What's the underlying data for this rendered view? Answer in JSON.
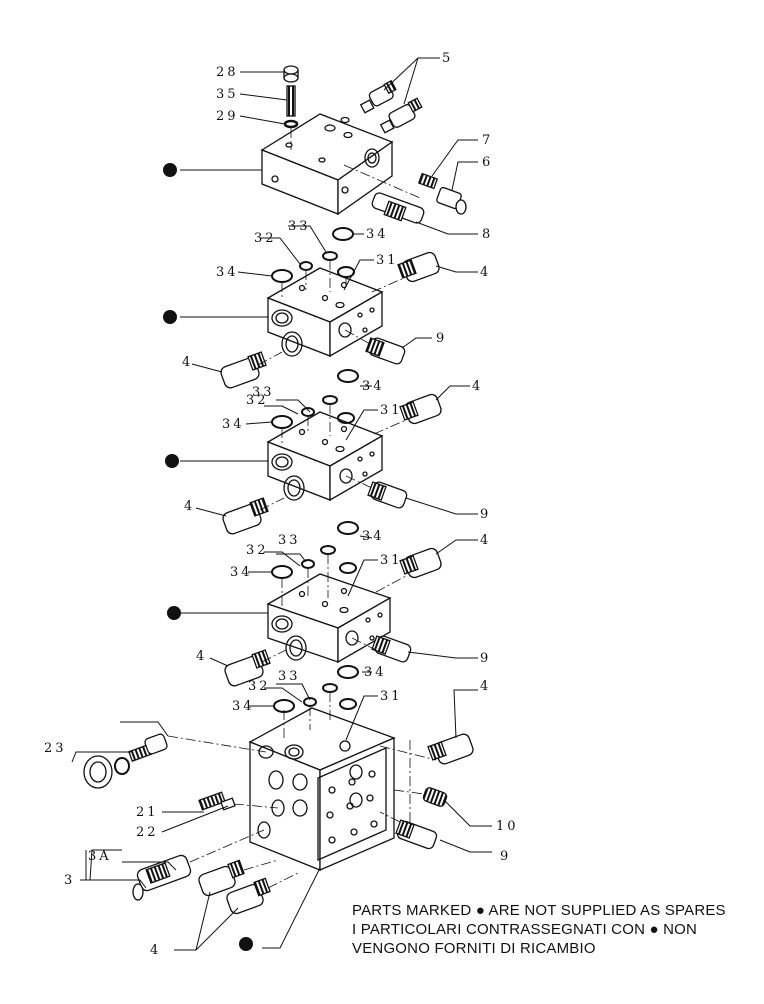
{
  "labels": {
    "l28": "28",
    "l35": "35",
    "l29": "29",
    "l5": "5",
    "l7": "7",
    "l6": "6",
    "l8": "8",
    "s1_33": "33",
    "s1_32": "32",
    "s1_34a": "34",
    "s1_34b": "34",
    "s1_31": "31",
    "s1_4a": "4",
    "s1_4b": "4",
    "s1_9": "9",
    "s2_34a": "34",
    "s2_33": "33",
    "s2_32": "32",
    "s2_34b": "34",
    "s2_31": "31",
    "s2_4a": "4",
    "s2_4b": "4",
    "s2_9": "9",
    "s3_33": "33",
    "s3_34a": "34",
    "s3_32": "32",
    "s3_34b": "34",
    "s3_31": "31",
    "s3_4a": "4",
    "s3_4b": "4",
    "s3_9": "9",
    "s4_33": "33",
    "s4_34a": "34",
    "s4_32": "32",
    "s4_34b": "34",
    "s4_31": "31",
    "s4_4": "4",
    "l23": "23",
    "l21": "21",
    "l22": "22",
    "l3A": "3A",
    "l3": "3",
    "l10": "10",
    "l9b": "9",
    "l4bottom": "4"
  },
  "note": {
    "line1": "PARTS MARKED ● ARE NOT SUPPLIED AS SPARES",
    "line2": "I PARTICOLARI CONTRASSEGNATI CON ● NON",
    "line3": "VENGONO FORNITI DI RICAMBIO"
  }
}
